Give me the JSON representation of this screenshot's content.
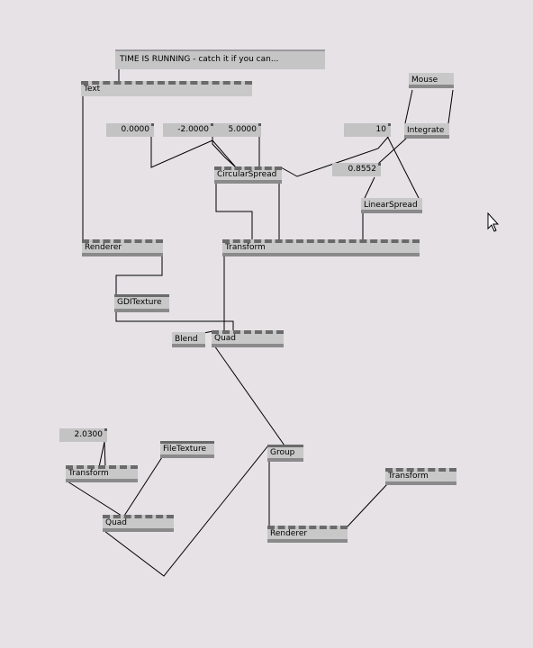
{
  "comment": "TIME IS RUNNING - catch it if you can...",
  "nodes": {
    "text": "Text",
    "mouse": "Mouse",
    "integrate": "Integrate",
    "circular_spread": "CircularSpread",
    "linear_spread": "LinearSpread",
    "renderer_top": "Renderer",
    "transform_main": "Transform",
    "gdi_texture": "GDITexture",
    "blend": "Blend",
    "quad_top": "Quad",
    "transform_left": "Transform",
    "file_texture": "FileTexture",
    "quad_bottom": "Quad",
    "group": "Group",
    "renderer_bottom": "Renderer",
    "transform_right": "Transform"
  },
  "values": {
    "v1": "0.0000",
    "v2": "-2.0000",
    "v3": "5.0000",
    "v4": "10",
    "v5": "0.8552",
    "v6": "2.0300"
  }
}
